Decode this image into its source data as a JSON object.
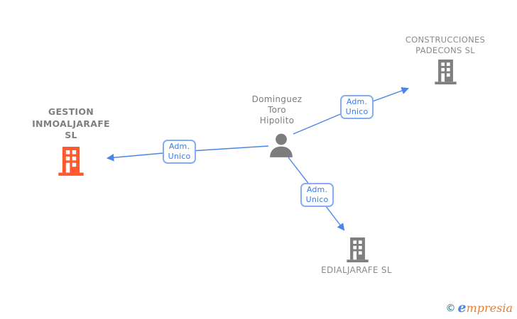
{
  "nodes": {
    "person": {
      "type": "person",
      "name": "Dominguez Toro Hipolito",
      "lines": [
        "Dominguez",
        "Toro",
        "Hipolito"
      ]
    },
    "gestion": {
      "type": "company",
      "highlighted": true,
      "name": "GESTION INMOALJARAFE SL",
      "lines": [
        "GESTION",
        "INMOALJARAFE",
        "SL"
      ]
    },
    "construcciones": {
      "type": "company",
      "highlighted": false,
      "name": "CONSTRUCCIONES PADECONS SL",
      "lines": [
        "CONSTRUCCIONES",
        "PADECONS SL"
      ]
    },
    "edialjarafe": {
      "type": "company",
      "highlighted": false,
      "name": "EDIALJARAFE SL",
      "lines": [
        "EDIALJARAFE SL"
      ]
    }
  },
  "edges": [
    {
      "from": "Dominguez Toro Hipolito",
      "to": "GESTION INMOALJARAFE SL",
      "label": "Adm. Unico",
      "label_lines": [
        "Adm.",
        "Unico"
      ]
    },
    {
      "from": "Dominguez Toro Hipolito",
      "to": "CONSTRUCCIONES PADECONS SL",
      "label": "Adm. Unico",
      "label_lines": [
        "Adm.",
        "Unico"
      ]
    },
    {
      "from": "Dominguez Toro Hipolito",
      "to": "EDIALJARAFE SL",
      "label": "Adm. Unico",
      "label_lines": [
        "Adm.",
        "Unico"
      ]
    }
  ],
  "watermark": {
    "copyright": "©",
    "brand_e": "e",
    "brand_rest": "mpresia"
  },
  "colors": {
    "edge_blue": "#4a86e8",
    "badge_border": "#87adf1",
    "badge_text": "#3e7ce0",
    "label_gray": "#7f7f7f",
    "building_highlight": "#ff5a2e",
    "building_gray": "#7f7f7f",
    "person_gray": "#7d7d7d",
    "watermark_teal": "#1f6b7c",
    "watermark_blue": "#4a86e8",
    "watermark_orange": "#ed7d31"
  }
}
